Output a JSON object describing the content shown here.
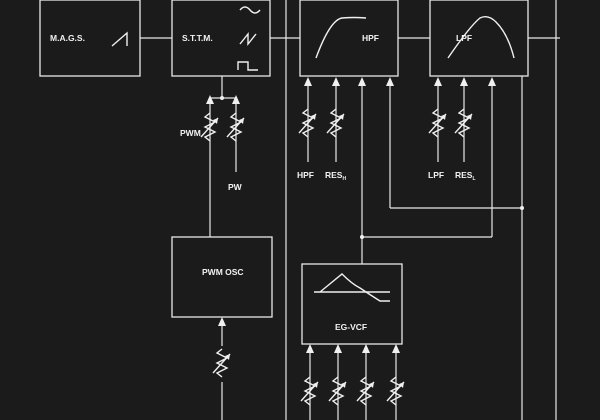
{
  "colors": {
    "background": "#1b1b1b",
    "line": "#e8e8e8"
  },
  "modules": {
    "mags": "M.A.G.S.",
    "sttm": "S.T.T.M.",
    "hpf": "HPF",
    "lpf": "LPF",
    "pwm_osc": "PWM OSC",
    "eg_vcf": "EG-VCF"
  },
  "controls": {
    "pwm": "PWM",
    "pw": "PW",
    "hpf": "HPF",
    "res_h_main": "RES",
    "res_h_sub": "H",
    "lpf": "LPF",
    "res_l_main": "RES",
    "res_l_sub": "L"
  },
  "icons": {
    "mags_wave": "sawtooth-wave-icon",
    "sttm_waves": [
      "sine-wave-icon",
      "sawtooth-wave-icon",
      "square-wave-icon"
    ],
    "hpf_curve": "highpass-curve-icon",
    "lpf_curve": "bandpass-curve-icon",
    "eg_curve": "envelope-curve-icon",
    "pot": "potentiometer-icon"
  }
}
